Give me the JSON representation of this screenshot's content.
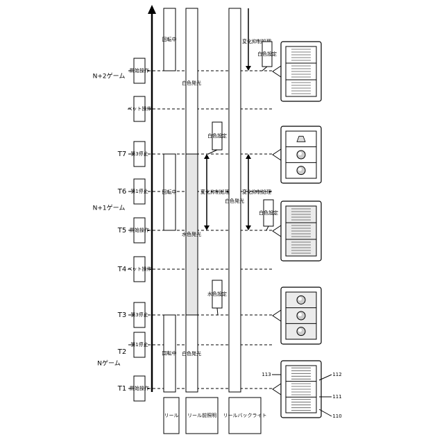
{
  "times": [
    "T1",
    "T2",
    "T3",
    "T4",
    "T5",
    "T6",
    "T7"
  ],
  "games": [
    "Nゲーム",
    "N+1ゲーム",
    "N+2ゲーム"
  ],
  "operations": [
    "開始操作",
    "第1停止",
    "第3停止",
    "ベット操作",
    "開始操作",
    "第1停止",
    "第3停止",
    "ベット操作",
    "開始操作"
  ],
  "lanes": {
    "reel": "リール",
    "front_light": "リール前照明",
    "backlight": "リールバックライト"
  },
  "reel_segments": [
    "回転中",
    "回転中",
    "回転中"
  ],
  "front_light_segments": [
    "白色発光",
    "水色発光",
    "白色発光"
  ],
  "backlight_segment": "白色発光",
  "callouts": {
    "water_setting": "水色設定",
    "white_setting_1": "白色設定",
    "white_setting_2": "白色設定",
    "white_setting_3": "白色設定",
    "change_suppress_1": "変化抑制処理",
    "change_suppress_2": "変化抑制処理",
    "change_suppress_3": "変化抑制処理"
  },
  "ref_numbers": [
    "110",
    "111",
    "112",
    "113"
  ],
  "colors": {
    "line": "#000000",
    "highlight": "#e6e6e6",
    "panel_fill": "#ebebeb"
  }
}
